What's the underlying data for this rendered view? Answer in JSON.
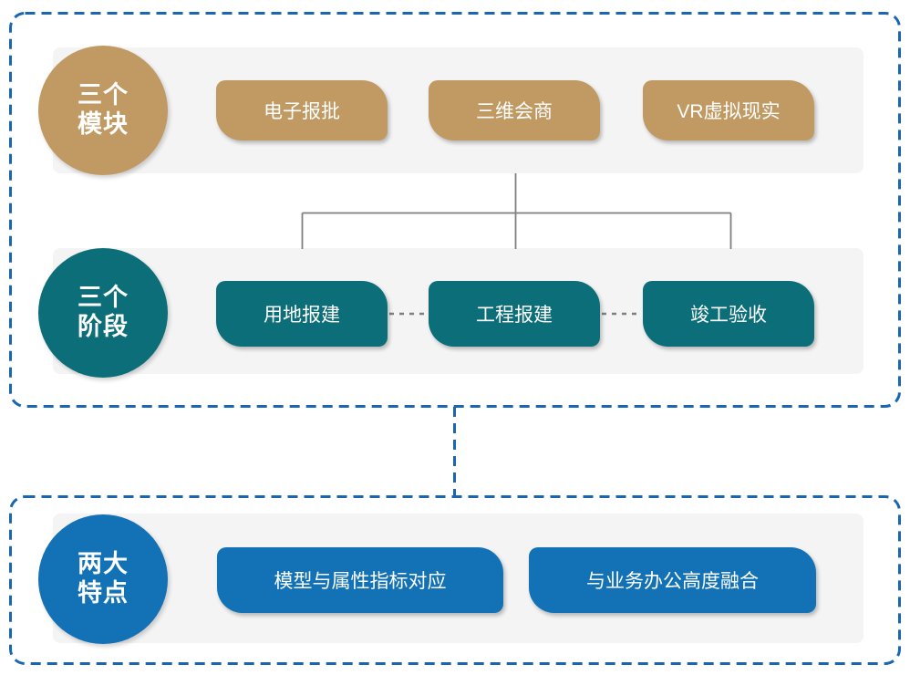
{
  "diagram": {
    "sections": [
      {
        "name": "三个模块",
        "circle": {
          "line1": "三个",
          "line2": "模块"
        },
        "accent_color": "#C09A62",
        "items": [
          "电子报批",
          "三维会商",
          "VR虚拟现实"
        ]
      },
      {
        "name": "三个阶段",
        "circle": {
          "line1": "三个",
          "line2": "阶段"
        },
        "accent_color": "#0B6E78",
        "items": [
          "用地报建",
          "工程报建",
          "竣工验收"
        ]
      },
      {
        "name": "两大特点",
        "circle": {
          "line1": "两大",
          "line2": "特点"
        },
        "accent_color": "#1272B5",
        "items": [
          "模型与属性指标对应",
          "与业务办公高度融合"
        ]
      }
    ],
    "colors": {
      "dashed_border_blue": "#1A66B0",
      "row_band_gray": "#F4F4F5",
      "connector_gray": "#7F7F7F",
      "box_text": "#FFFFFF"
    }
  }
}
